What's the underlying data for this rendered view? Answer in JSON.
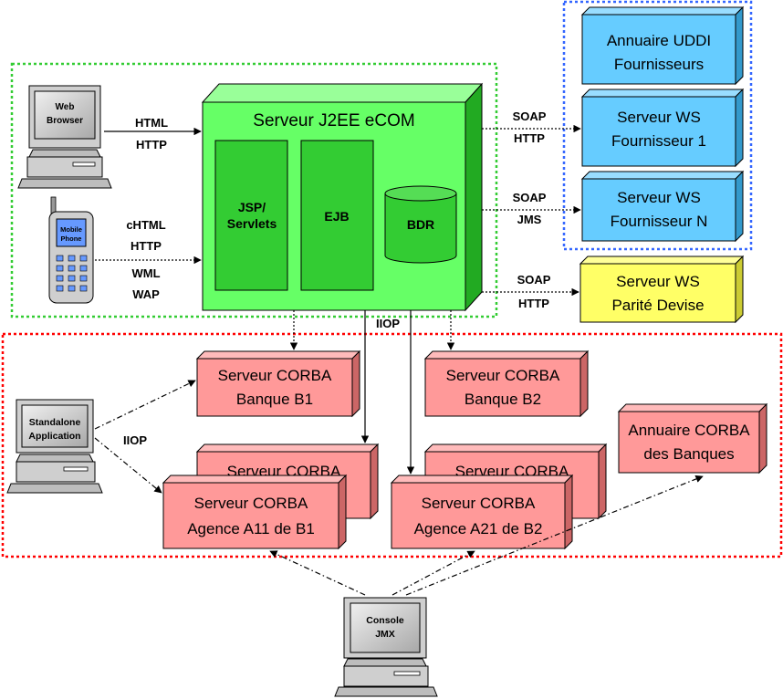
{
  "server": {
    "title": "Serveur J2EE eCOM",
    "jsp_line1": "JSP/",
    "jsp_line2": "Servlets",
    "ejb": "EJB",
    "bdr": "BDR"
  },
  "clients": {
    "web_browser_line1": "Web",
    "web_browser_line2": "Browser",
    "mobile_line1": "Mobile",
    "mobile_line2": "Phone",
    "standalone_line1": "Standalone",
    "standalone_line2": "Application",
    "console_line1": "Console",
    "console_line2": "JMX"
  },
  "protocols": {
    "html": "HTML",
    "http1": "HTTP",
    "chtml": "cHTML",
    "http2": "HTTP",
    "wml": "WML",
    "wap": "WAP",
    "soap1": "SOAP",
    "http3": "HTTP",
    "soap2": "SOAP",
    "jms": "JMS",
    "soap3": "SOAP",
    "http4": "HTTP",
    "iiop_top": "IIOP",
    "iiop_left": "IIOP"
  },
  "ws": {
    "uddi_line1": "Annuaire UDDI",
    "uddi_line2": "Fournisseurs",
    "f1_line1": "Serveur WS",
    "f1_line2": "Fournisseur 1",
    "fn_line1": "Serveur WS",
    "fn_line2": "Fournisseur N",
    "parite_line1": "Serveur WS",
    "parite_line2": "Parité Devise"
  },
  "corba": {
    "b1_line1": "Serveur CORBA",
    "b1_line2": "Banque B1",
    "b2_line1": "Serveur CORBA",
    "b2_line2": "Banque B2",
    "annuaire_line1": "Annuaire CORBA",
    "annuaire_line2": "des Banques",
    "back1_line1": "Serveur CORBA",
    "back2_line1": "Serveur CORBA",
    "a11_line1": "Serveur CORBA",
    "a11_line2": "Agence A11 de B1",
    "a21_line1": "Serveur CORBA",
    "a21_line2": "Agence A21 de B2"
  },
  "colors": {
    "server_green": "#66ff66",
    "inner_green": "#33cc33",
    "ws_blue": "#66ccff",
    "ws_yellow": "#ffff66",
    "corba_pink": "#ff9999",
    "group_green": "#33cc33",
    "group_blue": "#3366ff",
    "group_red": "#ff0000"
  }
}
